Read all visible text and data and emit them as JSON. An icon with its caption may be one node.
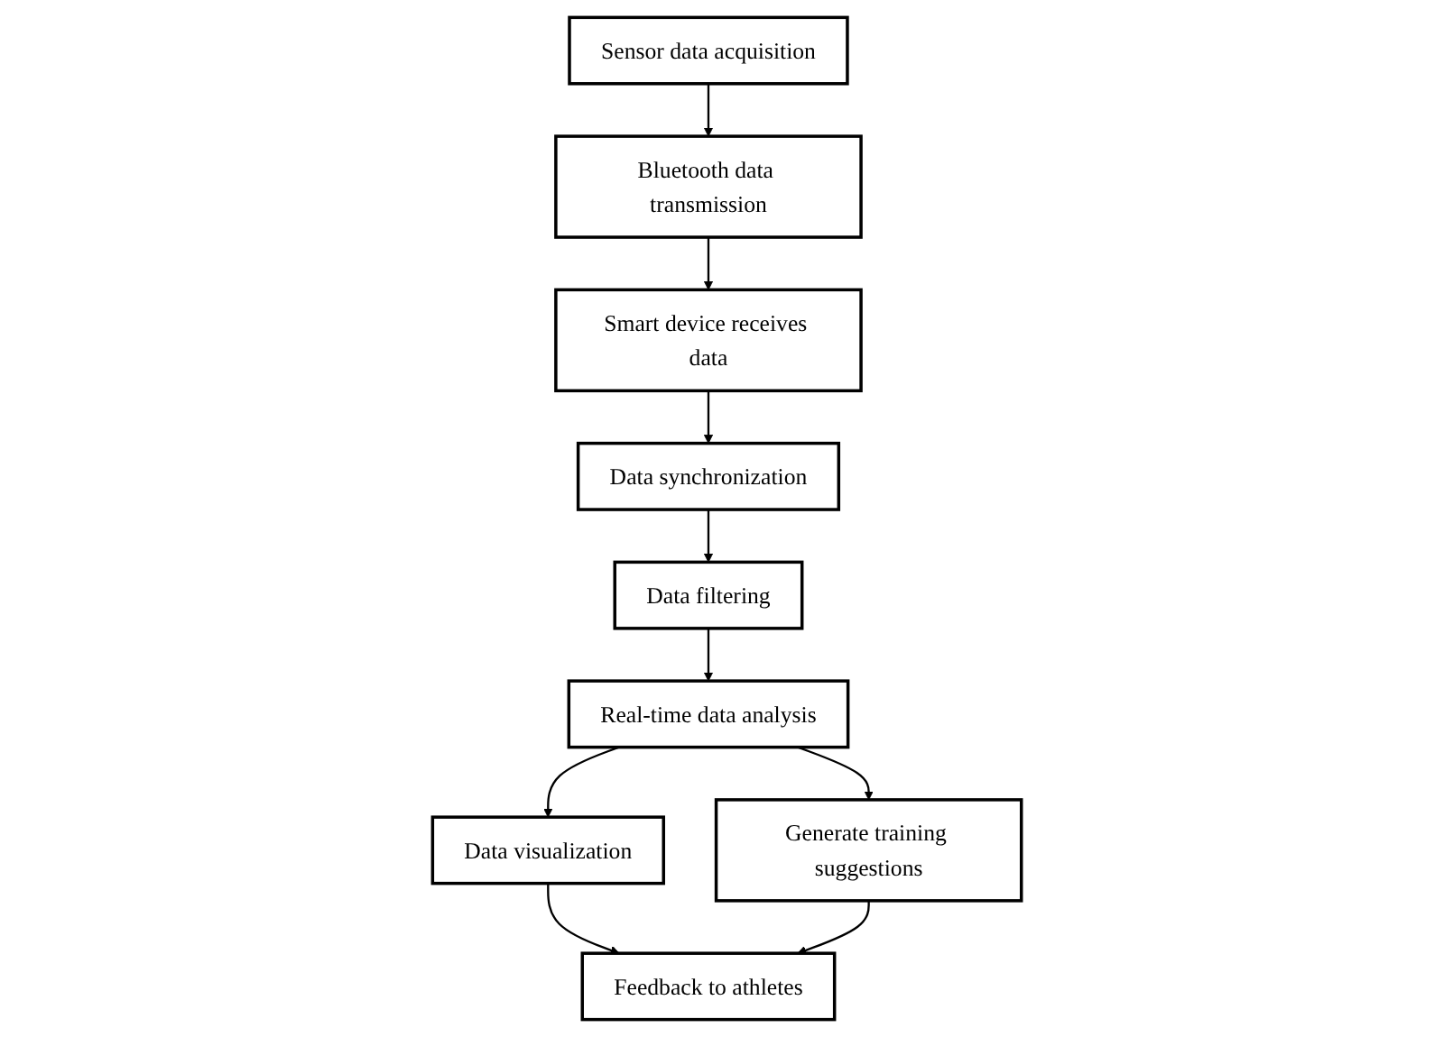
{
  "diagram": {
    "nodes": [
      {
        "text": [
          "Sensor data acquisition"
        ]
      },
      {
        "text": [
          "Bluetooth data transmission"
        ]
      },
      {
        "text": [
          "Smart device receives data"
        ]
      },
      {
        "text": [
          "Data synchronization"
        ]
      },
      {
        "text": [
          "Data filtering"
        ]
      },
      {
        "text": [
          "Real-time data analysis"
        ]
      },
      {
        "text": [
          "Data visualization"
        ]
      },
      {
        "text": [
          "Generate training suggestions"
        ]
      },
      {
        "text": [
          "Feedback to athletes"
        ]
      }
    ],
    "edges": [
      {
        "from": 0,
        "to": 1,
        "arrow": "to"
      },
      {
        "from": 1,
        "to": 2,
        "arrow": "to"
      },
      {
        "from": 2,
        "to": 3,
        "arrow": "to"
      },
      {
        "from": 3,
        "to": 4,
        "arrow": "to"
      },
      {
        "from": 4,
        "to": 5,
        "arrow": "to"
      },
      {
        "from": 5,
        "to": 6,
        "arrow": "to"
      },
      {
        "from": 5,
        "to": 7,
        "arrow": "to"
      },
      {
        "from": 6,
        "to": 8,
        "arrow": "to"
      },
      {
        "from": 7,
        "to": 8,
        "arrow": "to"
      }
    ]
  }
}
